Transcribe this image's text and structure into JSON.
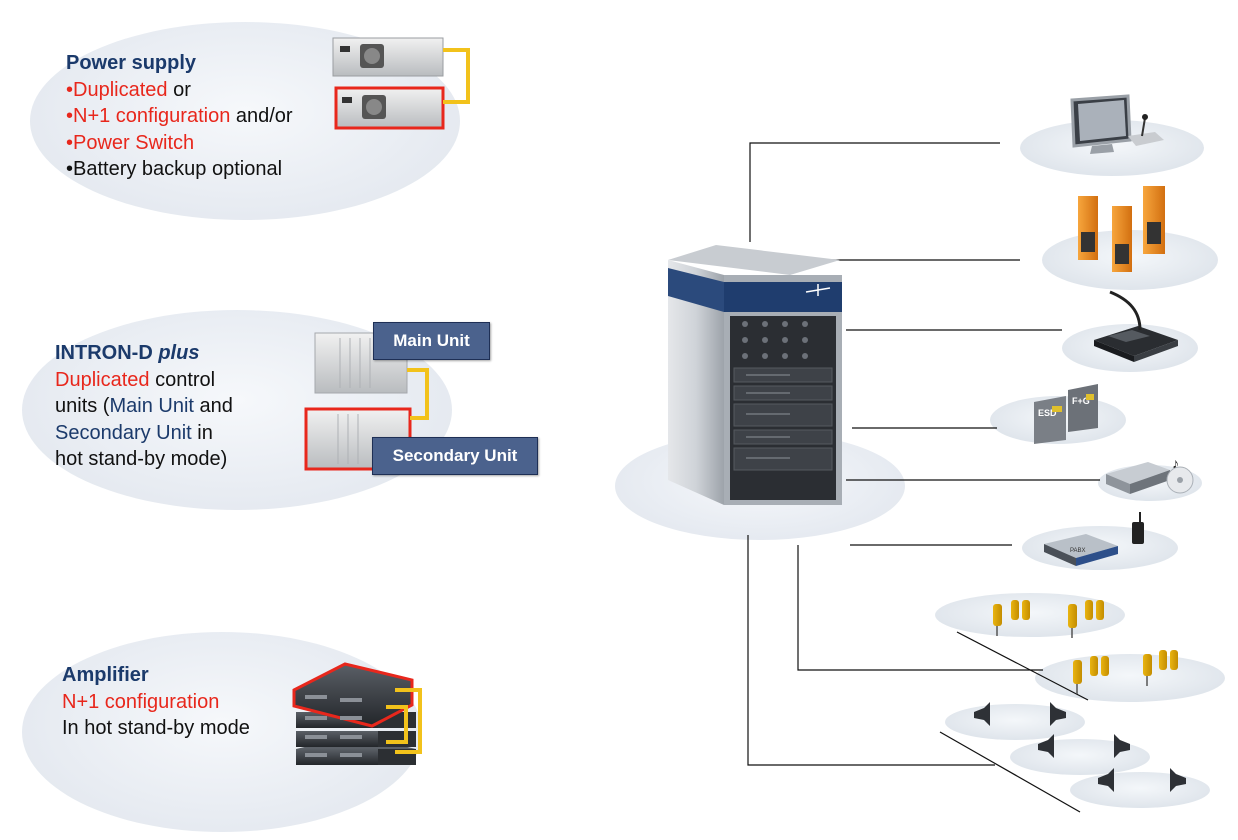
{
  "power_supply": {
    "title": "Power supply",
    "bullets": [
      {
        "text": "•Duplicated",
        "suffix": " or"
      },
      {
        "text": "•N+1 configuration",
        "suffix": " and/or"
      },
      {
        "text": "•Power Switch",
        "suffix": ""
      },
      {
        "text": "•Battery backup optional",
        "suffix": ""
      }
    ]
  },
  "intron": {
    "title_main": "INTRON-D ",
    "title_italic": "plus",
    "line1_red": "Duplicated",
    "line1_rest": " control",
    "line2_a": "units (",
    "line2_blue": "Main Unit",
    "line2_b": " and",
    "line3_blue": "Secondary Unit",
    "line3_b": " in",
    "line4": "hot stand-by mode)",
    "main_unit_label": "Main Unit",
    "secondary_unit_label": "Secondary Unit"
  },
  "amplifier": {
    "title": "Amplifier",
    "line1": "N+1 configuration",
    "line2": "In hot stand-by mode"
  },
  "devices": {
    "esd_label": "ESD",
    "fg_label": "F+G",
    "pabx_label": "PABX"
  },
  "colors": {
    "accent_red": "#e8271c",
    "heading_blue": "#1b3a6b",
    "label_box": "#4b628d",
    "cable_yellow": "#f2c21b",
    "device_orange": "#f08a1c"
  }
}
